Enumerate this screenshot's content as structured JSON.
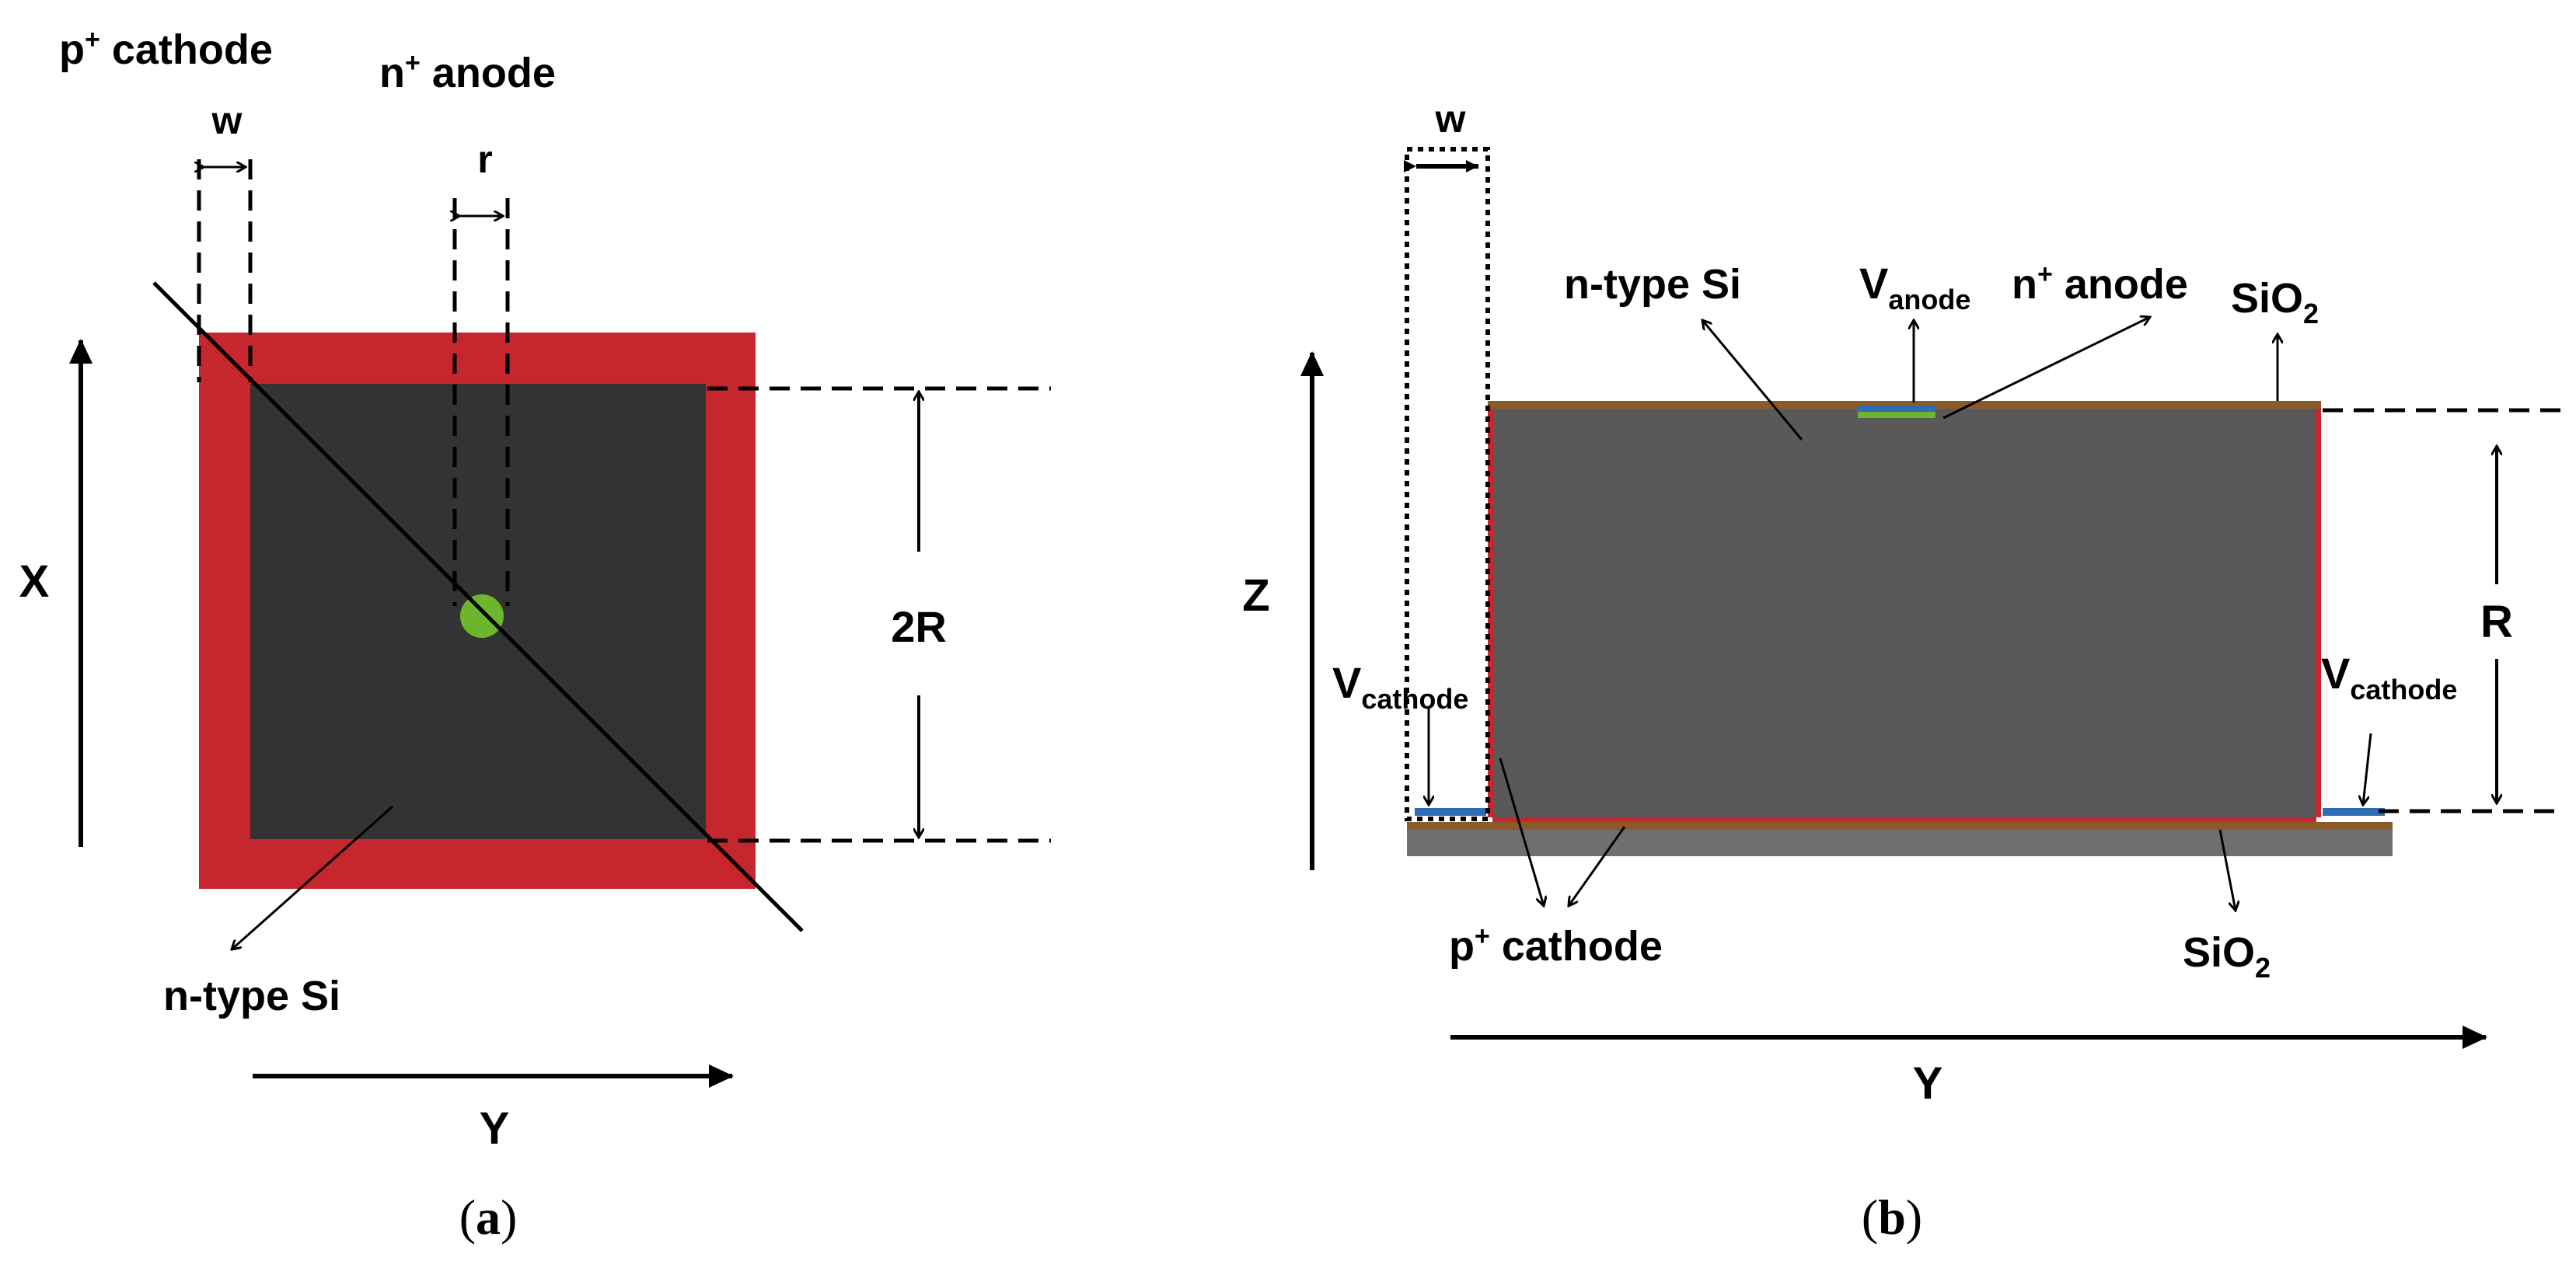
{
  "colors": {
    "cathode_red": "#c6262d",
    "silicon_dark": "#333333",
    "silicon_mid": "#595959",
    "anode_green": "#6cb52c",
    "oxide_brown": "#8b5a2b",
    "contact_blue": "#2e6db4",
    "substrate_gray": "#6f6f6f",
    "line": "#000000"
  },
  "panel_a": {
    "label_cathode_main": "p",
    "label_cathode_sup": "+",
    "label_cathode_rest": " cathode",
    "label_anode_main": "n",
    "label_anode_sup": "+",
    "label_anode_rest": " anode",
    "label_w": "w",
    "label_r": "r",
    "label_2R": "2R",
    "label_x": "X",
    "label_y": "Y",
    "label_ntype": "n-type Si",
    "caption_open": "(",
    "caption_letter": "a",
    "caption_close": ")"
  },
  "panel_b": {
    "label_w": "w",
    "label_ntype": "n-type Si",
    "label_vanode_main": "V",
    "label_vanode_sub": "anode",
    "label_anode_main": "n",
    "label_anode_sup": "+",
    "label_anode_rest": " anode",
    "label_sio2_top_main": "SiO",
    "label_sio2_top_sub": "2",
    "label_z": "Z",
    "label_R": "R",
    "label_vcathode_left_main": "V",
    "label_vcathode_left_sub": "cathode",
    "label_vcathode_right_main": "V",
    "label_vcathode_right_sub": "cathode",
    "label_cathode_main": "p",
    "label_cathode_sup": "+",
    "label_cathode_rest": " cathode",
    "label_sio2_bottom_main": "SiO",
    "label_sio2_bottom_sub": "2",
    "label_y": "Y",
    "caption_open": "(",
    "caption_letter": "b",
    "caption_close": ")"
  }
}
